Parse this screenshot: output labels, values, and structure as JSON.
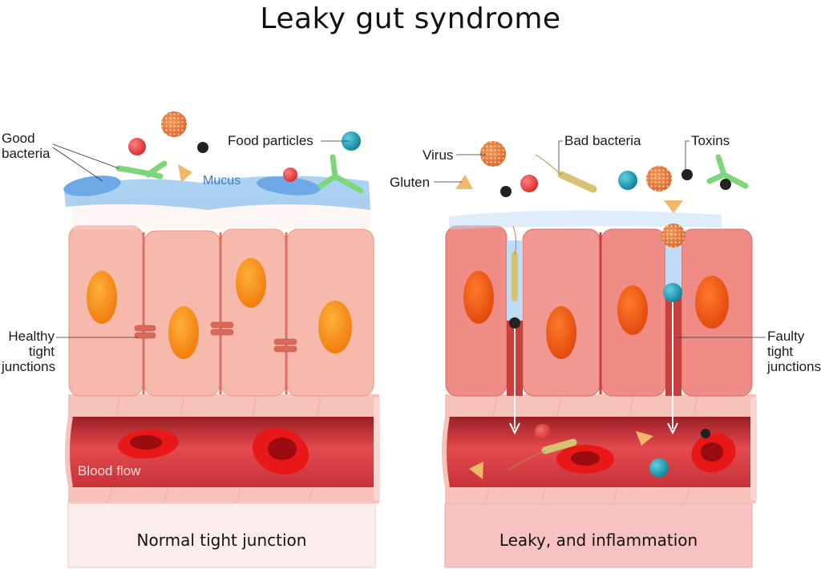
{
  "title": "Leaky gut syndrome",
  "panels": {
    "left": {
      "caption": "Normal tight junction",
      "labels": {
        "good_bacteria": "Good\nbacteria",
        "food_particles": "Food particles",
        "mucus": "Mucus",
        "healthy_tight_junctions": "Healthy\ntight\njunctions",
        "blood_flow": "Blood flow"
      }
    },
    "right": {
      "caption": "Leaky, and inflammation",
      "labels": {
        "virus": "Virus",
        "gluten": "Gluten",
        "bad_bacteria": "Bad bacteria",
        "toxins": "Toxins",
        "faulty_tight_junctions": "Faulty\ntight\njunctions"
      }
    }
  },
  "colors": {
    "cell_healthy": "#f7b9ab",
    "cell_inflamed": "#ef8c86",
    "nucleus": "#f5900f",
    "nucleus_inflamed": "#ec5a10",
    "mucus": "#8fc3ee",
    "blood": "#d8323a",
    "rbc": "#e01818",
    "food_particle": "#1aa0b8",
    "good_bacteria": "#7ed67a",
    "bad_bacteria": "#d6c270",
    "virus": "#e8783c",
    "toxin": "#222222",
    "gluten": "#f2b86a",
    "red_particle": "#e84444"
  }
}
